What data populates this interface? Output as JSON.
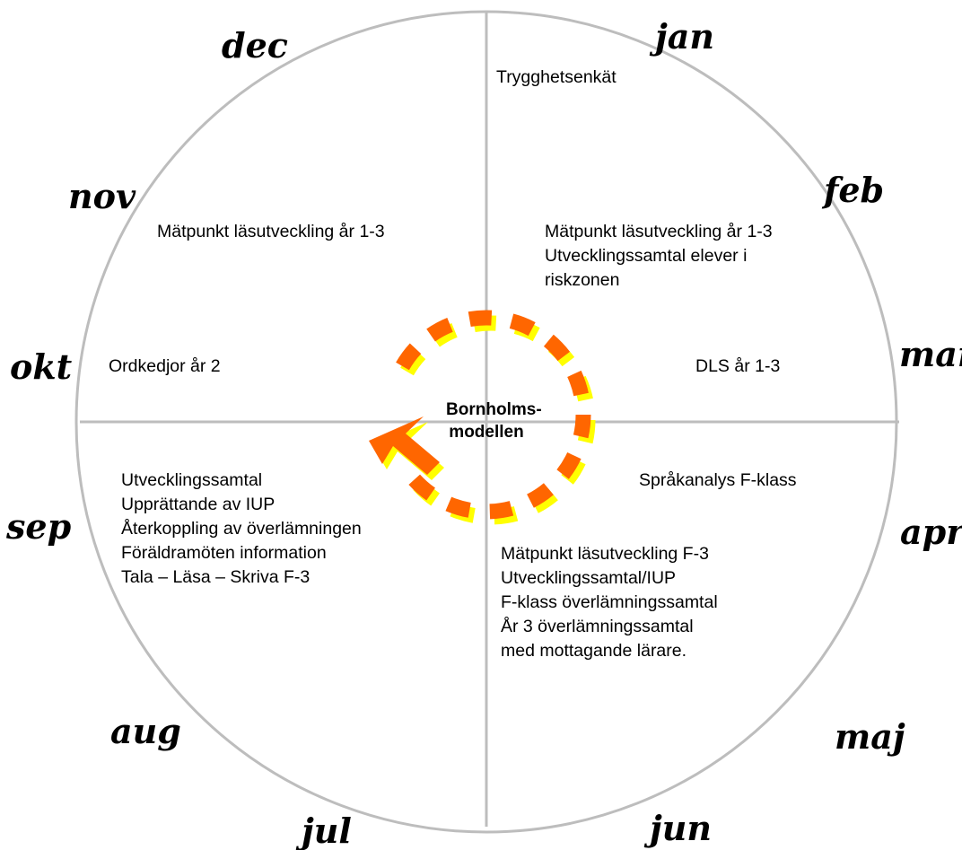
{
  "months": [
    "jan",
    "feb",
    "mar",
    "apr",
    "maj",
    "jun",
    "jul",
    "aug",
    "sep",
    "okt",
    "nov",
    "dec"
  ],
  "center": {
    "line1": "Bornholms-",
    "line2": "modellen"
  },
  "notes": {
    "jan": [
      "Trygghetsenkät"
    ],
    "feb": [
      "Mätpunkt läsutveckling år 1-3",
      "Utvecklingssamtal elever i",
      "riskzonen"
    ],
    "mar": [
      "DLS år 1-3"
    ],
    "apr": [
      "Språkanalys F-klass"
    ],
    "maj": [
      "Mätpunkt läsutveckling F-3",
      "Utvecklingssamtal/IUP",
      "F-klass överlämningssamtal",
      "",
      "År 3 överlämningssamtal",
      "med mottagande lärare."
    ],
    "sep": [
      "Utvecklingssamtal",
      "Upprättande av IUP",
      "Återkoppling av överlämningen",
      "Föräldramöten information",
      "Tala – Läsa – Skriva F-3"
    ],
    "okt": [
      "Ordkedjor år 2"
    ],
    "nov": [
      "Mätpunkt läsutveckling år 1-3"
    ]
  },
  "colors": {
    "ring": "#bdbdbd",
    "dash": "#ff6600",
    "dash_shadow": "#ffff00"
  }
}
